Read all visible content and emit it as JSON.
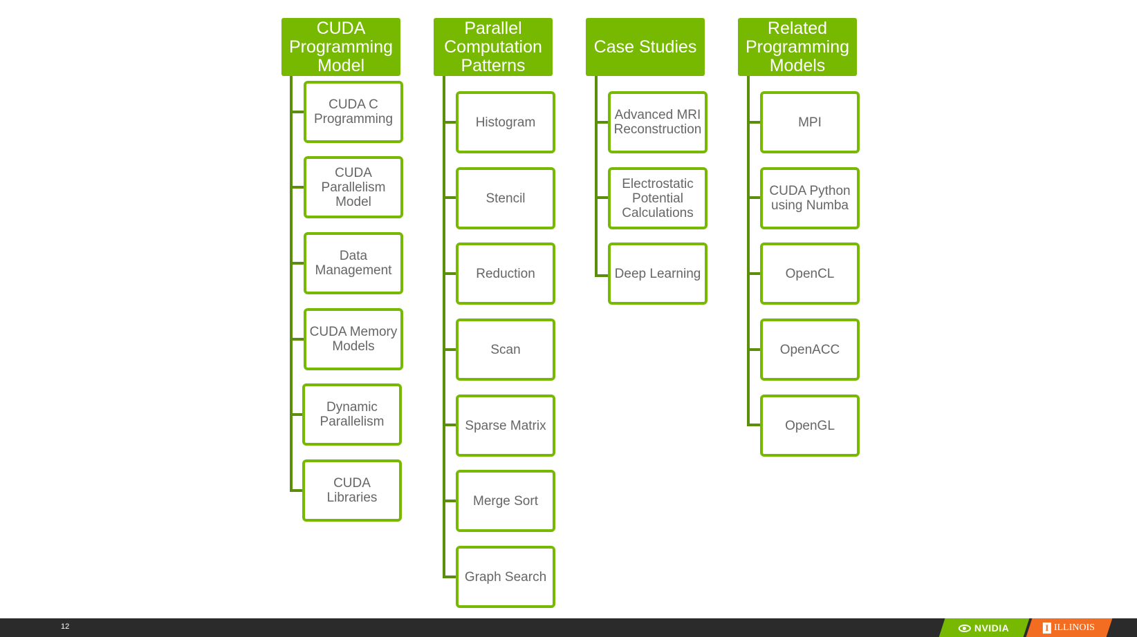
{
  "columns": [
    {
      "header": [
        "CUDA",
        "Programming",
        "Model"
      ],
      "items": [
        [
          "CUDA C",
          "Programming"
        ],
        [
          "CUDA",
          "Parallelism",
          "Model"
        ],
        [
          "Data",
          "Management"
        ],
        [
          "CUDA Memory",
          "Models"
        ],
        [
          "Dynamic",
          "Parallelism"
        ],
        [
          "CUDA",
          "Libraries"
        ]
      ]
    },
    {
      "header": [
        "Parallel",
        "Computation",
        "Patterns"
      ],
      "items": [
        [
          "Histogram"
        ],
        [
          "Stencil"
        ],
        [
          "Reduction"
        ],
        [
          "Scan"
        ],
        [
          "Sparse Matrix"
        ],
        [
          "Merge Sort"
        ],
        [
          "Graph Search"
        ]
      ]
    },
    {
      "header": [
        "Case Studies"
      ],
      "items": [
        [
          "Advanced MRI",
          "Reconstruction"
        ],
        [
          "Electrostatic",
          "Potential",
          "Calculations"
        ],
        [
          "Deep Learning"
        ]
      ]
    },
    {
      "header": [
        "Related",
        "Programming",
        "Models"
      ],
      "items": [
        [
          "MPI"
        ],
        [
          "CUDA Python",
          "using Numba"
        ],
        [
          "OpenCL"
        ],
        [
          "OpenACC"
        ],
        [
          "OpenGL"
        ]
      ]
    }
  ],
  "footer": {
    "page_number": "12",
    "nvidia_logo_text": "NVIDIA",
    "illinois_logo_text": "ILLINOIS"
  },
  "colors": {
    "accent_green": "#76b900",
    "connector_green": "#5a8e0b",
    "item_text": "#666666",
    "footer_bg": "#2b2b2b",
    "illinois_orange": "#f26d21"
  }
}
